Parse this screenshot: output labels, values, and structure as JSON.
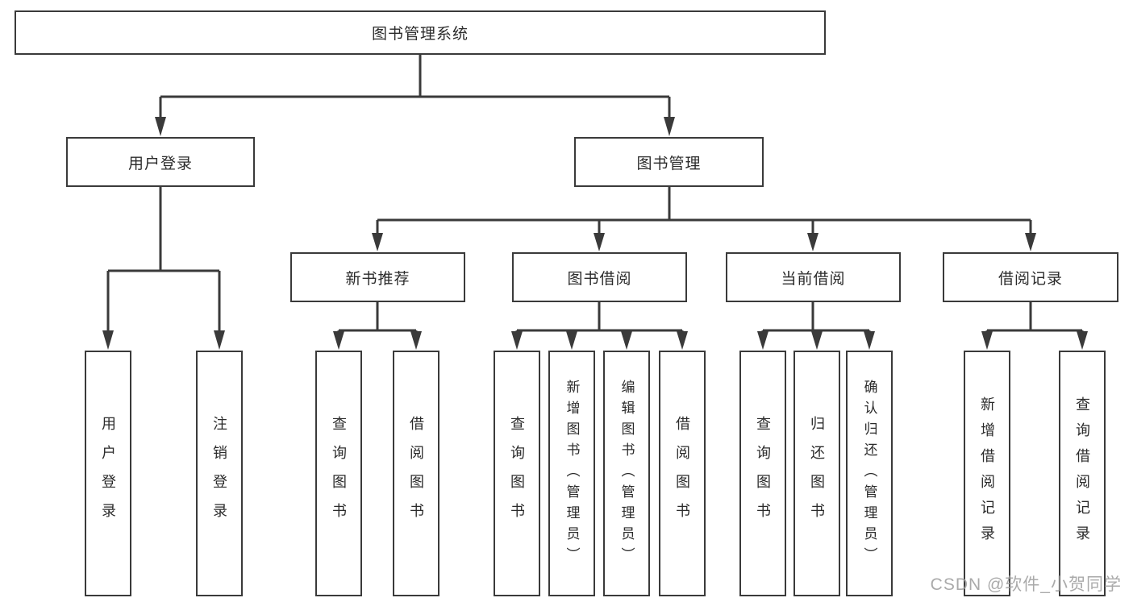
{
  "title": "图书管理系统",
  "watermark": {
    "text": "CSDN @软件_小贺同学"
  },
  "colors": {
    "line": "#3a3a3a",
    "box_border": "#3a3a3a",
    "text": "#2b2b2b",
    "background": "#ffffff",
    "watermark": "#9e9e9e"
  },
  "nodes": {
    "root": {
      "label": "图书管理系统"
    },
    "user_login": {
      "label": "用户登录"
    },
    "book_mgmt": {
      "label": "图书管理"
    },
    "new_book_rec": {
      "label": "新书推荐"
    },
    "book_borrow": {
      "label": "图书借阅"
    },
    "current_borrow": {
      "label": "当前借阅"
    },
    "borrow_record": {
      "label": "借阅记录"
    },
    "leaf_user_login": {
      "label": "用户登录"
    },
    "leaf_logout": {
      "label": "注销登录"
    },
    "leaf_nbr_query": {
      "label": "查询图书"
    },
    "leaf_nbr_borrow": {
      "label": "借阅图书"
    },
    "leaf_bb_query": {
      "label": "查询图书"
    },
    "leaf_bb_add": {
      "label": "新增图书（管理员）"
    },
    "leaf_bb_edit": {
      "label": "编辑图书（管理员）"
    },
    "leaf_bb_borrow": {
      "label": "借阅图书"
    },
    "leaf_cb_query": {
      "label": "查询图书"
    },
    "leaf_cb_return": {
      "label": "归还图书"
    },
    "leaf_cb_confirm": {
      "label": "确认归还（管理员）"
    },
    "leaf_br_add": {
      "label": "新增借阅记录"
    },
    "leaf_br_query": {
      "label": "查询借阅记录"
    }
  },
  "hierarchy": {
    "图书管理系统": [
      "用户登录",
      "图书管理"
    ],
    "用户登录": [
      "用户登录",
      "注销登录"
    ],
    "图书管理": [
      "新书推荐",
      "图书借阅",
      "当前借阅",
      "借阅记录"
    ],
    "新书推荐": [
      "查询图书",
      "借阅图书"
    ],
    "图书借阅": [
      "查询图书",
      "新增图书（管理员）",
      "编辑图书（管理员）",
      "借阅图书"
    ],
    "当前借阅": [
      "查询图书",
      "归还图书",
      "确认归还（管理员）"
    ],
    "借阅记录": [
      "新增借阅记录",
      "查询借阅记录"
    ]
  }
}
